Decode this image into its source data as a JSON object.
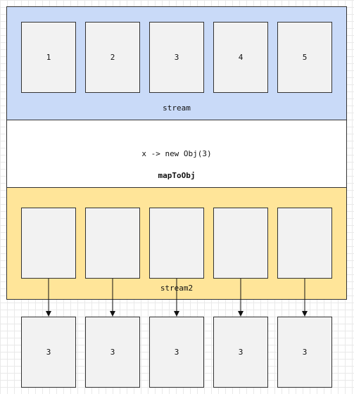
{
  "stream": {
    "label": "stream",
    "items": [
      "1",
      "2",
      "3",
      "4",
      "5"
    ]
  },
  "operation": {
    "expression": "x -> new Obj(3)",
    "name": "mapToObj"
  },
  "stream2": {
    "label": "stream2",
    "items": [
      "",
      "",
      "",
      "",
      ""
    ]
  },
  "output": {
    "items": [
      "3",
      "3",
      "3",
      "3",
      "3"
    ]
  }
}
